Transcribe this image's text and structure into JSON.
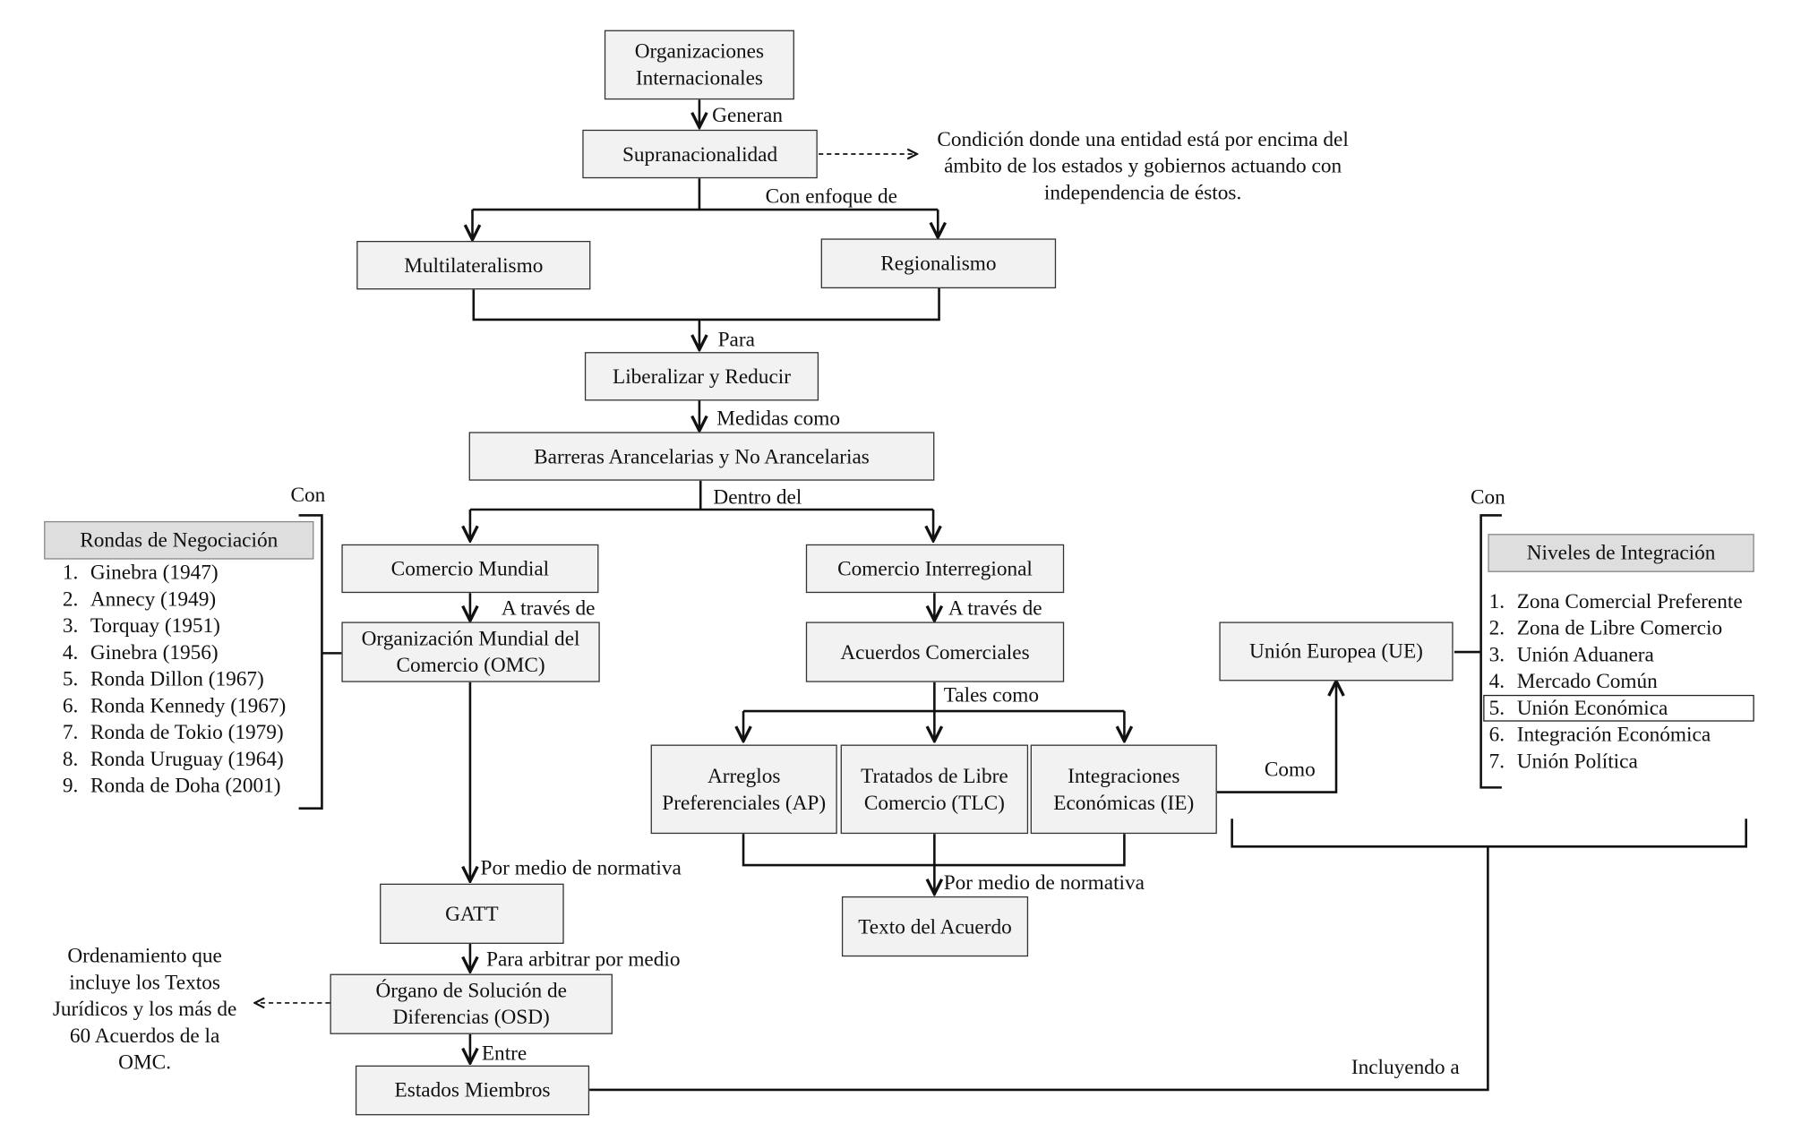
{
  "nodes": {
    "org_int": "Organizaciones Internacionales",
    "supra": "Supranacionalidad",
    "multi": "Multilateralismo",
    "regio": "Regionalismo",
    "liberal": "Liberalizar y Reducir",
    "barreras": "Barreras Arancelarias y No Arancelarias",
    "com_mundial": "Comercio Mundial",
    "com_inter": "Comercio Interregional",
    "omc": "Organización Mundial del Comercio (OMC)",
    "acuerdos": "Acuerdos Comerciales",
    "arreglos": "Arreglos Preferenciales (AP)",
    "tratados": "Tratados de Libre Comercio (TLC)",
    "integraciones": "Integraciones Económicas (IE)",
    "ue": "Unión Europea (UE)",
    "gatt": "GATT",
    "texto": "Texto del Acuerdo",
    "osd": "Órgano de Solución de Diferencias (OSD)",
    "estados": "Estados Miembros"
  },
  "labels": {
    "generan": "Generan",
    "enfoque": "Con enfoque de",
    "para": "Para",
    "medidas": "Medidas como",
    "dentro": "Dentro del",
    "a_traves_1": "A través de",
    "a_traves_2": "A través de",
    "tales": "Tales como",
    "como": "Como",
    "normativa_1": "Por medio de normativa",
    "normativa_2": "Por medio de normativa",
    "arbitrar": "Para arbitrar por medio",
    "entre": "Entre",
    "incluyendo": "Incluyendo a",
    "con_left": "Con",
    "con_right": "Con"
  },
  "notes": {
    "supra_def": "Condición donde una entidad está por encima del ámbito de los estados y gobiernos actuando con independencia de éstos.",
    "osd_def": "Ordenamiento que incluye los Textos Jurídicos y los más de 60 Acuerdos de la OMC."
  },
  "rondas": {
    "title": "Rondas de Negociación",
    "items": [
      "Ginebra (1947)",
      "Annecy (1949)",
      "Torquay (1951)",
      "Ginebra (1956)",
      "Ronda Dillon (1967)",
      "Ronda Kennedy (1967)",
      "Ronda de Tokio (1979)",
      "Ronda Uruguay (1964)",
      "Ronda de Doha (2001)"
    ]
  },
  "niveles": {
    "title": "Niveles de Integración",
    "items": [
      "Zona Comercial Preferente",
      "Zona de Libre Comercio",
      "Unión Aduanera",
      "Mercado Común",
      "Unión Económica",
      "Integración Económica",
      "Unión Política"
    ],
    "highlighted_index": 4
  },
  "colors": {
    "box_fill": "#f2f2f2",
    "header_fill": "#dedede",
    "line": "#111111"
  }
}
